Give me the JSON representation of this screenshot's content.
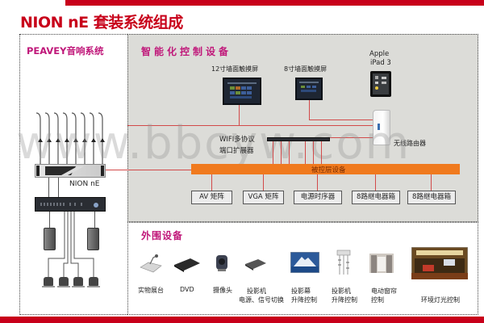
{
  "header": {
    "title": "NION nE 套装系统组成",
    "accent_color": "#c8001a"
  },
  "watermark": "www.bbcyw.com",
  "left_panel": {
    "title": "PEAVEY音响系统",
    "devices": {
      "mic_count": 8,
      "processor_label": "NION nE",
      "speaker_count": 2,
      "ceiling_speaker_count": 4
    }
  },
  "control_panel": {
    "title": "智能化控制设备",
    "touch_12": "12寸墙面触摸屏",
    "touch_8": "8寸墙面触摸屏",
    "ipad_line1": "Apple",
    "ipad_line2": "iPad 3",
    "router": "无线路由器",
    "wifi_line1": "WIFI多协议",
    "wifi_line2": "端口扩展器",
    "bus_label": "被控层设备",
    "devices": [
      "AV 矩阵",
      "VGA 矩阵",
      "电源时序器",
      "8路继电器箱",
      "8路继电器箱"
    ]
  },
  "external_panel": {
    "title": "外围设备",
    "items": [
      {
        "icon": "document-camera-icon",
        "line1": "实物展台",
        "line2": ""
      },
      {
        "icon": "dvd-player-icon",
        "line1": "DVD",
        "line2": ""
      },
      {
        "icon": "camera-icon",
        "line1": "摄像头",
        "line2": ""
      },
      {
        "icon": "projector-icon",
        "line1": "投影机",
        "line2": "电源、信号切换"
      },
      {
        "icon": "projection-screen-icon",
        "line1": "投影幕",
        "line2": "升降控制"
      },
      {
        "icon": "projector-lift-icon",
        "line1": "投影机",
        "line2": "升降控制"
      },
      {
        "icon": "curtain-icon",
        "line1": "电动窗帘",
        "line2": "控制"
      },
      {
        "icon": "lighting-icon",
        "line1": "环境灯光控制",
        "line2": ""
      }
    ]
  },
  "colors": {
    "section_title": "#c0187a",
    "bus_orange": "#f07a1e",
    "link_red": "#d24a4a",
    "panel_gray": "#dcdcd8"
  }
}
